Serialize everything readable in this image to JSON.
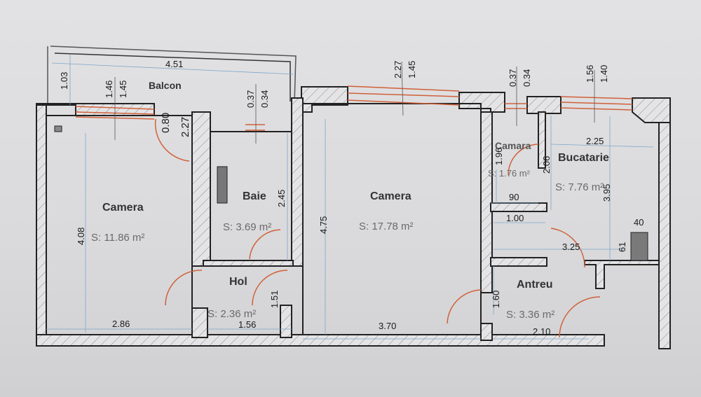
{
  "plan": {
    "rooms": [
      {
        "name": "Balcon",
        "area": ""
      },
      {
        "name": "Camera",
        "area": "S: 11.86 m²"
      },
      {
        "name": "Baie",
        "area": "S: 3.69 m²"
      },
      {
        "name": "Hol",
        "area": "S: 2.36 m²"
      },
      {
        "name": "Camera",
        "area": "S: 17.78 m²"
      },
      {
        "name": "Camara",
        "area": "S: 1.76 m²"
      },
      {
        "name": "Bucatarie",
        "area": "S: 7.76 m²"
      },
      {
        "name": "Antreu",
        "area": "S: 3.36 m²"
      }
    ],
    "dimensions": {
      "balcon_width": "4.51",
      "balcon_depth": "1.03",
      "win1_a": "1.46",
      "win1_b": "1.45",
      "door_balcon_a": "0.80",
      "door_balcon_b": "2.27",
      "baie_win_a": "0.37",
      "baie_win_b": "0.34",
      "camera1_height": "4.08",
      "camera1_width": "2.86",
      "baie_height": "2.45",
      "hol_width": "1.56",
      "hol_height": "1.51",
      "camera2_win_a": "2.27",
      "camera2_win_b": "1.45",
      "camera2_height": "4.75",
      "camera2_width": "3.70",
      "camara_win_a": "0.37",
      "camara_win_b": "0.34",
      "buc_win_a": "1.56",
      "buc_win_b": "1.40",
      "camara_height": "1.96",
      "camara_side": "2.06",
      "buc_width": "2.25",
      "buc_height": "3.95",
      "camara_width": "90",
      "antreu_top": "1.00",
      "buc_bottom": "3.25",
      "stove_w": "40",
      "stove_h": "61",
      "antreu_height": "1.60",
      "antreu_width": "2.10"
    }
  }
}
